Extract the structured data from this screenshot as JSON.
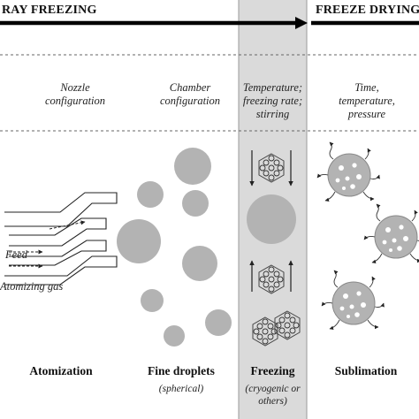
{
  "headers": {
    "spray_freezing": "RAY FREEZING",
    "freeze_drying": "FREEZE DRYING"
  },
  "parameters": {
    "nozzle": [
      "Nozzle",
      "configuration"
    ],
    "chamber": [
      "Chamber",
      "configuration"
    ],
    "freezing": [
      "Temperature;",
      "freezing rate;",
      "stirring"
    ],
    "drying": [
      "Time,",
      "temperature,",
      "pressure"
    ]
  },
  "nozzle_labels": {
    "feed": "Feed",
    "gas": "Atomizing gas"
  },
  "stages": {
    "atomization": "Atomization",
    "droplets": "Fine droplets",
    "droplets_sub": "(spherical)",
    "freezing": "Freezing",
    "freezing_sub": [
      "(cryogenic or",
      "others)"
    ],
    "sublimation": "Sublimation"
  },
  "colors": {
    "droplet": "#b3b3b3",
    "band": "#dadada",
    "band_edge": "#9a9a9a",
    "arrow": "#000000"
  }
}
